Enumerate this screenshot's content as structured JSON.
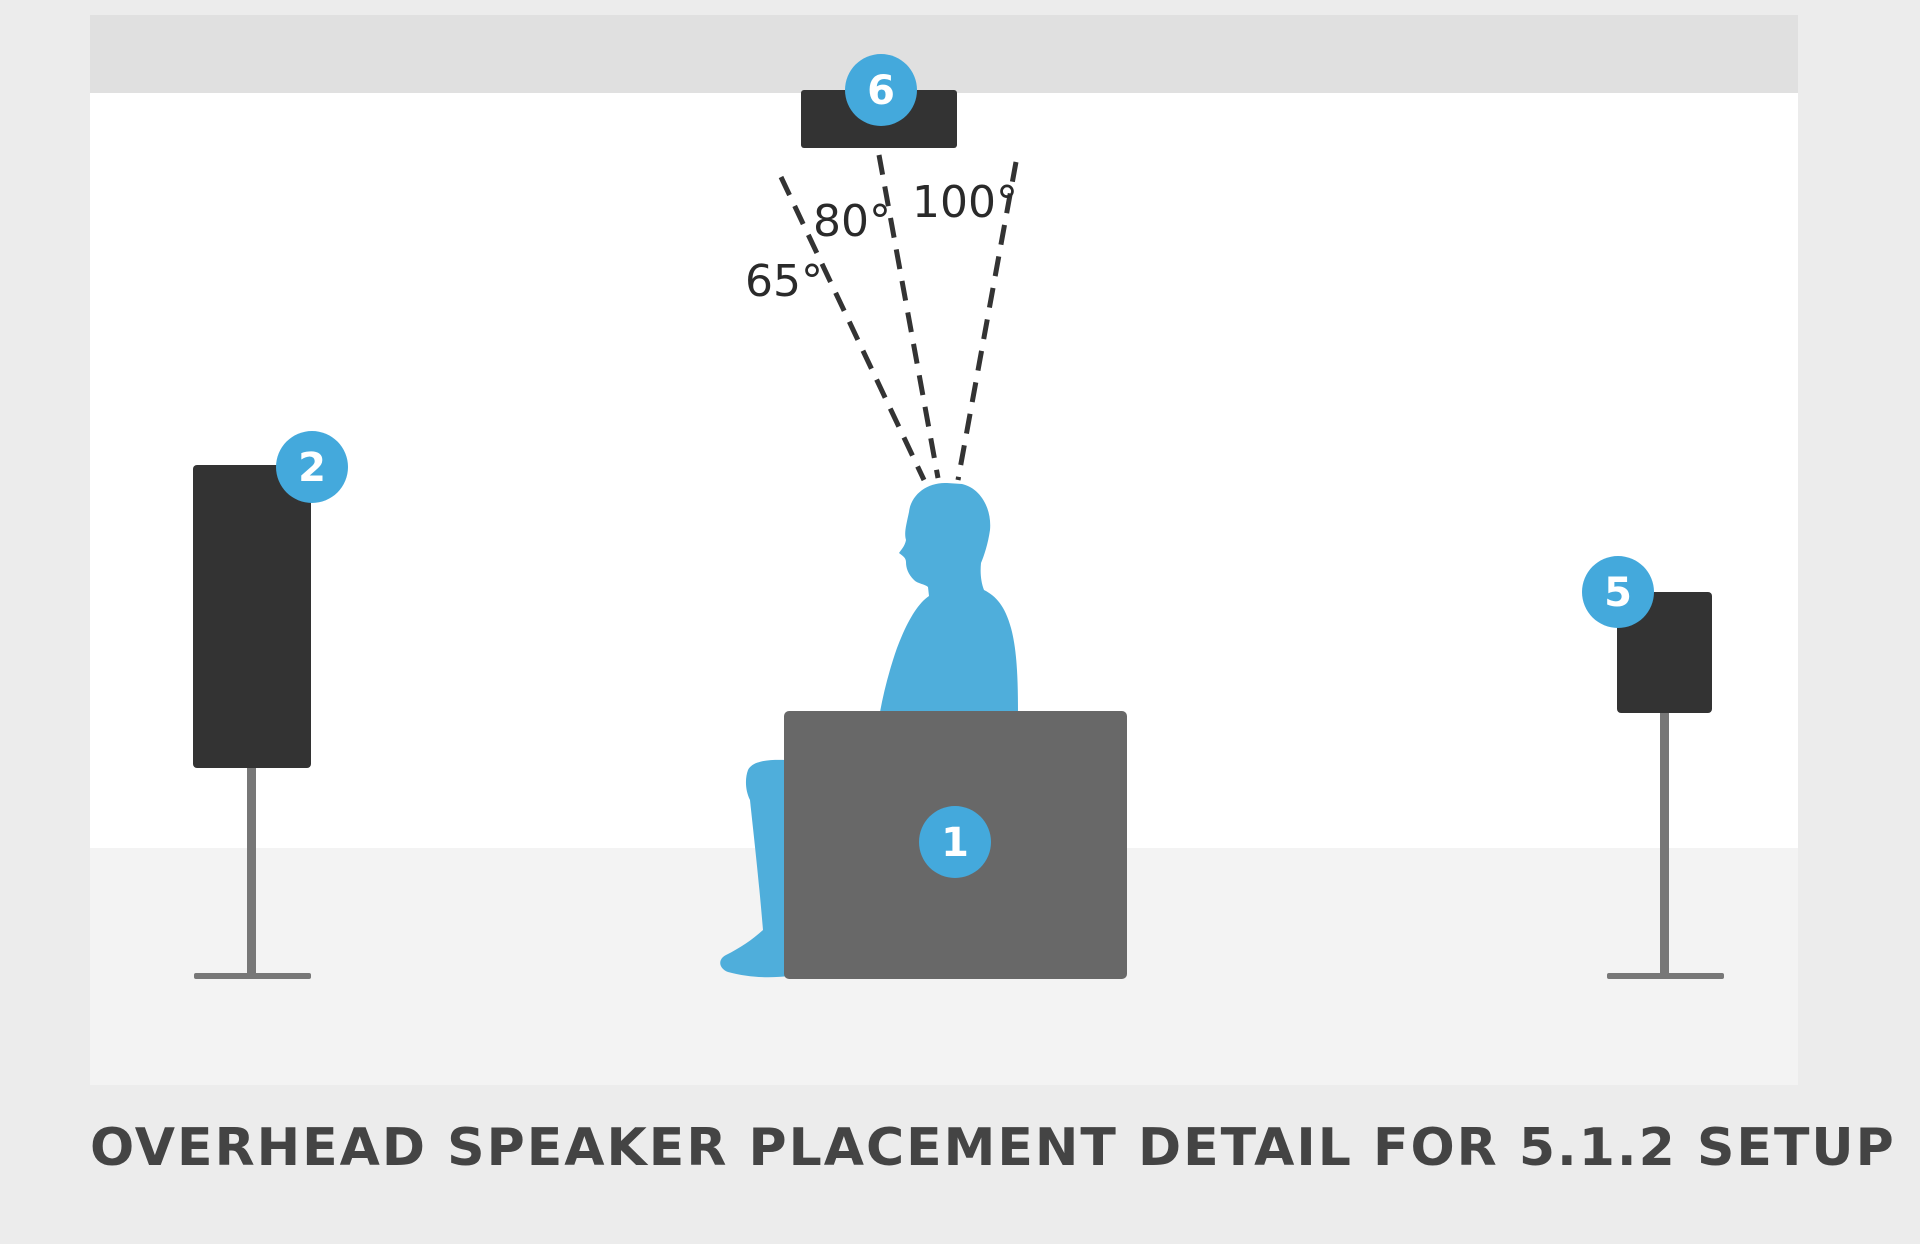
{
  "caption": "OVERHEAD SPEAKER PLACEMENT DETAIL FOR 5.1.2 SETUP",
  "colors": {
    "page_background": "#ececec",
    "ceiling": "#e0e0e0",
    "wall": "#ffffff",
    "floor": "#f3f3f3",
    "speaker": "#333333",
    "stand": "#777777",
    "seat": "#686868",
    "listener": "#4faedb",
    "badge": "#44a9dc",
    "dashed_line": "#333333"
  },
  "speakers": [
    {
      "id": "overhead-speaker",
      "badge": "6",
      "icon": "ceiling-speaker-icon"
    },
    {
      "id": "front-left-speaker",
      "badge": "2",
      "icon": "floor-standing-speaker-icon"
    },
    {
      "id": "surround-speaker",
      "badge": "5",
      "icon": "stand-speaker-icon"
    },
    {
      "id": "listening-seat",
      "badge": "1",
      "icon": "seat-icon"
    }
  ],
  "angles": [
    "65°",
    "80°",
    "100°"
  ],
  "listener": {
    "icon": "seated-listener-silhouette-icon"
  }
}
